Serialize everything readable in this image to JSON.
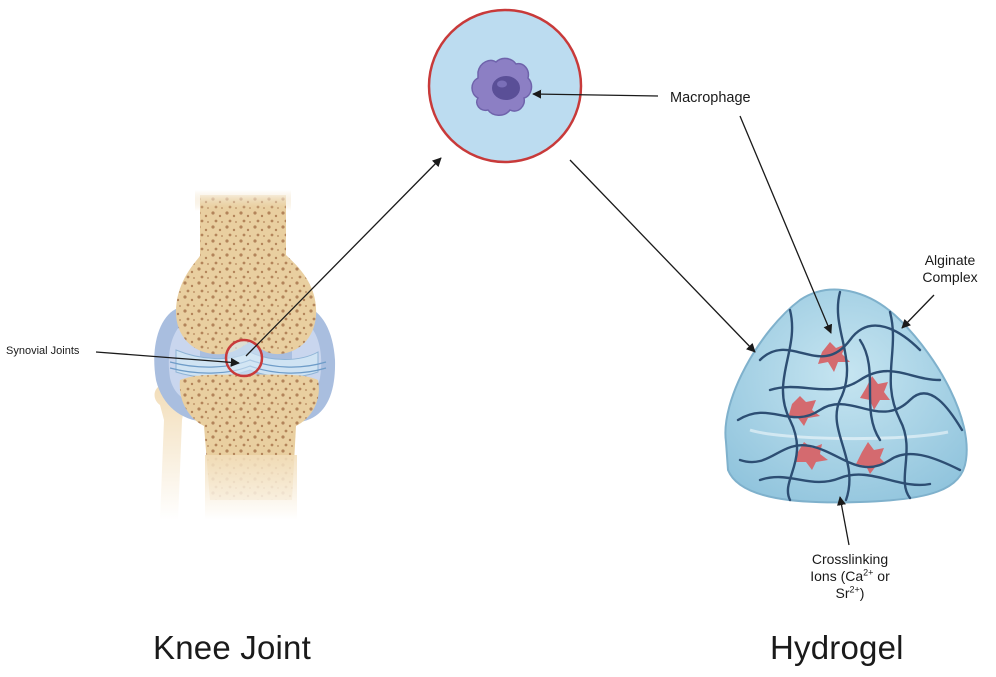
{
  "labels": {
    "macrophage": "Macrophage",
    "synovial_joints": "Synovial Joints",
    "alginate_line1": "Alginate",
    "alginate_line2": "Complex",
    "ions_line1": "Crosslinking",
    "ions_line2_a": "Ions (Ca",
    "ions_sup1": "2+",
    "ions_line2_b": " or",
    "ions_line3_a": "Sr",
    "ions_sup2": "2+",
    "ions_line3_b": ")",
    "knee_joint": "Knee Joint",
    "hydrogel": "Hydrogel"
  },
  "colors": {
    "bone": "#e9cfa0",
    "bone_pore": "#b3845a",
    "capsule": "#a9bedf",
    "cartilage": "#cfe3f3",
    "circle_fill": "#bcdcf0",
    "circle_border": "#c83a3a",
    "cell": "#8c7fc4",
    "nucleus": "#5a4f97",
    "gel": "#a9d4e6",
    "gel_strand": "#2d4e73",
    "gel_cell": "#d46a6f",
    "arrow": "#1a1a1a"
  }
}
